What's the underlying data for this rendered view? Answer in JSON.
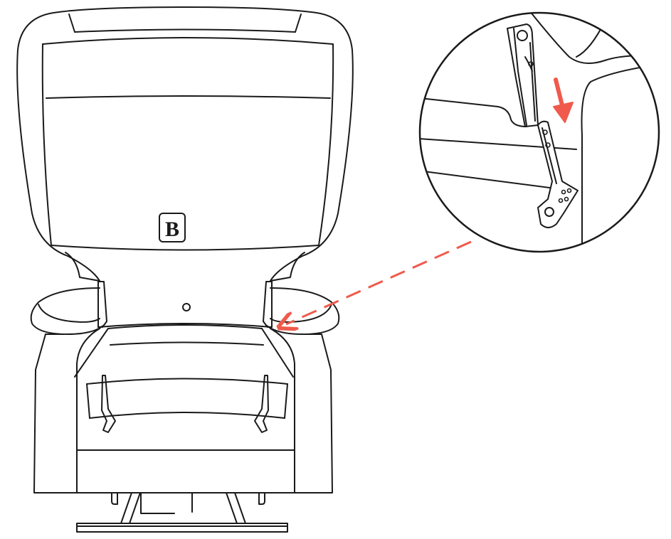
{
  "diagram": {
    "part_label": "B",
    "accent_color": "#ef5a4c",
    "line_color": "#1a1a1a",
    "icons": [
      "lift-chair",
      "backrest-bracket",
      "downward-arrow",
      "dashed-callout-arrow"
    ]
  }
}
